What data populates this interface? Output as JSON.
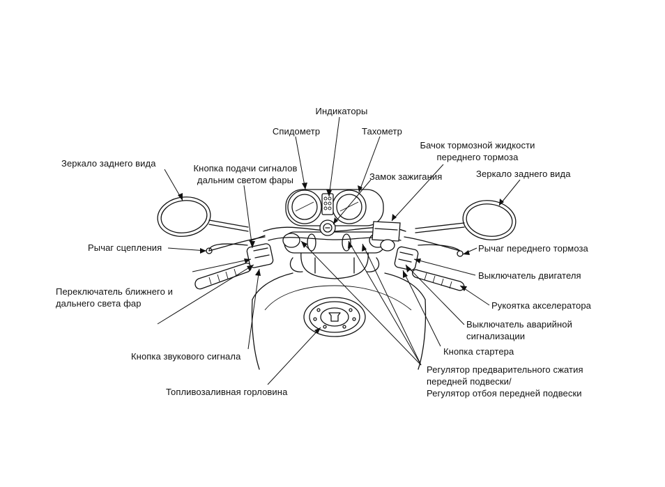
{
  "labels": {
    "indicators": "Индикаторы",
    "speedometer": "Спидометр",
    "tachometer": "Тахометр",
    "brake_fluid_line1": "Бачок тормозной жидкости",
    "brake_fluid_line2": "переднего тормоза",
    "mirror_left": "Зеркало заднего вида",
    "passing_light_line1": "Кнопка подачи сигналов",
    "passing_light_line2": "дальним светом фары",
    "ignition": "Замок зажигания",
    "mirror_right": "Зеркало заднего вида",
    "clutch_lever": "Рычаг сцепления",
    "front_brake_lever": "Рычаг переднего тормоза",
    "engine_stop": "Выключатель двигателя",
    "dimmer_line1": "Переключатель ближнего и",
    "dimmer_line2": "дальнего света фар",
    "throttle": "Рукоятка акселератора",
    "hazard_line1": "Выключатель аварийной",
    "hazard_line2": "сигнализации",
    "starter": "Кнопка стартера",
    "horn": "Кнопка звукового сигнала",
    "suspension_line1": "Регулятор предварительного сжатия",
    "suspension_line2": "передней подвески/",
    "suspension_line3": "Регулятор отбоя передней подвески",
    "fuel_cap": "Топливозаливная горловина"
  }
}
